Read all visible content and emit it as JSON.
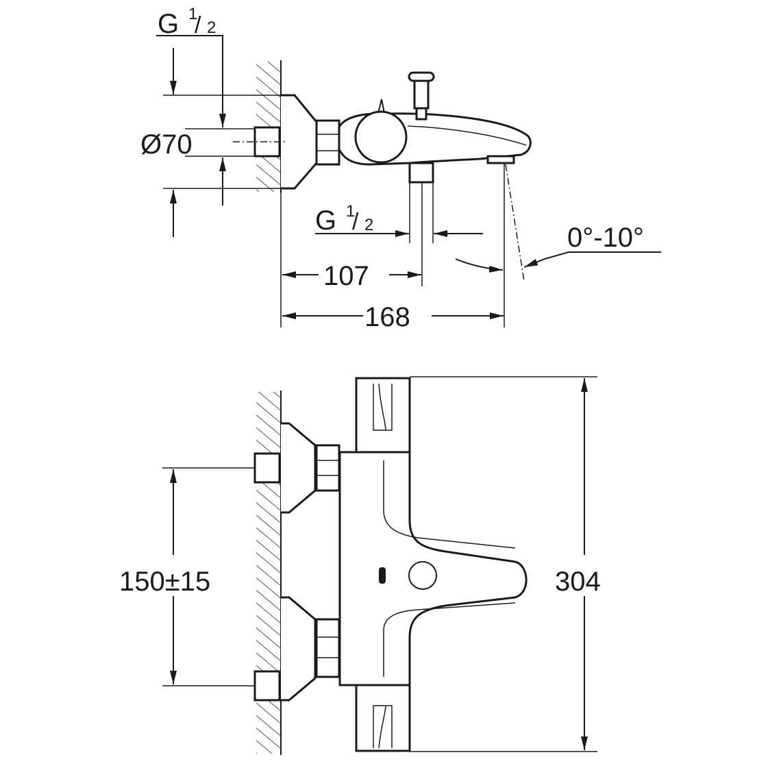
{
  "title": "Thermostatic bath mixer dimension drawing",
  "side_view": {
    "inlet_thread_top": {
      "g": "G",
      "num": "1",
      "slash": "/",
      "den": "2"
    },
    "flange_diameter": "Ø70",
    "outlet_thread": {
      "g": "G",
      "num": "1",
      "slash": "/",
      "den": "2"
    },
    "spout_angle": "0°-10°",
    "outlet_distance": "107",
    "total_projection": "168"
  },
  "front_view": {
    "inlet_spacing": "150±15",
    "total_height": "304"
  },
  "colors": {
    "line": "#1a1a1a",
    "background": "#ffffff"
  }
}
